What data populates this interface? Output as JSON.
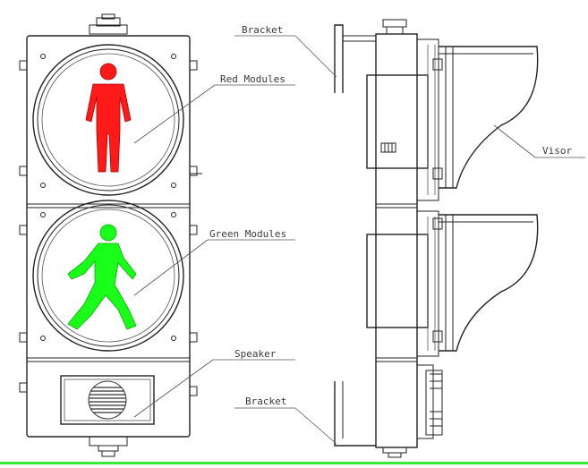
{
  "labels": {
    "bracket_top": "Bracket",
    "red_modules": "Red Modules",
    "green_modules": "Green Modules",
    "speaker": "Speaker",
    "bracket_bottom": "Bracket",
    "visor": "Visor"
  },
  "colors": {
    "red": "#ff1a1a",
    "green": "#1aff1a",
    "line": "#222222",
    "base_bar": "#33ee33"
  }
}
